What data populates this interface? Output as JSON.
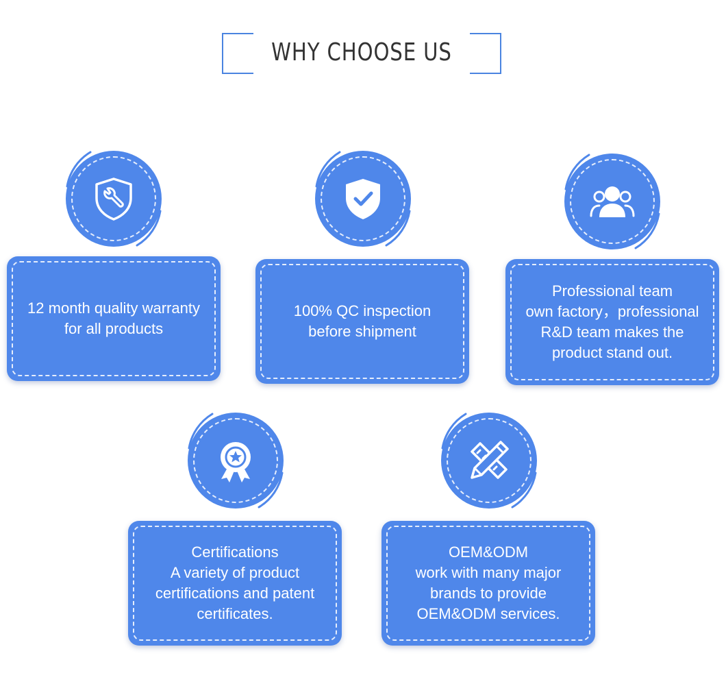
{
  "header": {
    "title": "WHY CHOOSE US"
  },
  "colors": {
    "accent": "#4f87ea",
    "frame": "#4a84e0",
    "title": "#333333"
  },
  "features": [
    {
      "icon": "wrench-shield-icon",
      "lines": [
        "12 month quality warranty",
        "for all products"
      ]
    },
    {
      "icon": "check-shield-icon",
      "lines": [
        "100% QC inspection",
        "before shipment"
      ]
    },
    {
      "icon": "team-icon",
      "lines": [
        "Professional team",
        "own factory，professional",
        "R&D team makes the",
        "product stand out."
      ]
    },
    {
      "icon": "award-icon",
      "lines": [
        "Certifications",
        "A variety of product",
        "certifications and patent",
        "certificates."
      ]
    },
    {
      "icon": "pencil-ruler-icon",
      "lines": [
        "OEM&ODM",
        "work with many major",
        "brands to provide",
        "OEM&ODM services."
      ]
    }
  ]
}
